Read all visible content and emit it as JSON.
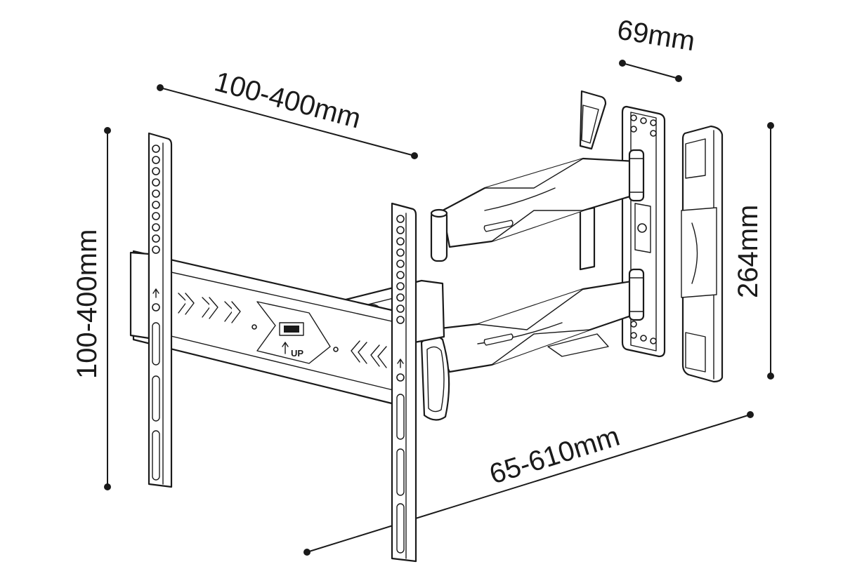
{
  "dimensions": {
    "top_horizontal": "100-400mm",
    "left_vertical": "100-400mm",
    "depth": "69mm",
    "plate_height": "264mm",
    "extension": "65-610mm"
  },
  "labels": {
    "up_marker": "UP"
  },
  "colors": {
    "line": "#1a1a1a",
    "background": "#ffffff"
  }
}
